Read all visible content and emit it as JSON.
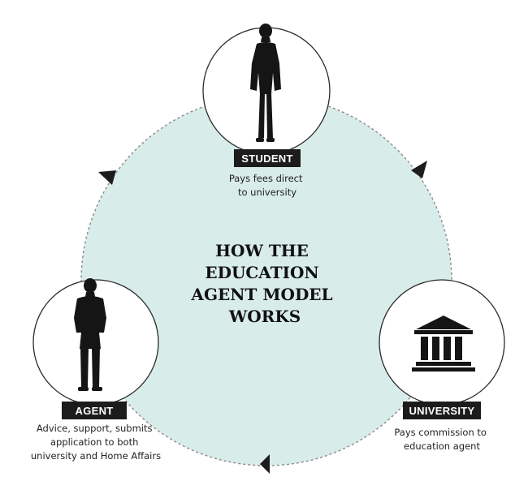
{
  "title": [
    "HOW THE",
    "EDUCATION",
    "AGENT MODEL",
    "WORKS"
  ],
  "nodes": {
    "student": {
      "label": "STUDENT",
      "caption": [
        "Pays fees direct",
        "to university"
      ]
    },
    "university": {
      "label": "UNIVERSITY",
      "caption": [
        "Pays commission to",
        "education agent"
      ]
    },
    "agent": {
      "label": "AGENT",
      "caption": [
        "Advice, support, submits",
        "application to both",
        "university and Home Affairs"
      ]
    }
  },
  "colors": {
    "cycle_fill": "#d8ece9",
    "cycle_dash": "#8a8a8a",
    "label_bg": "#1c1c1c",
    "silhouette": "#151515"
  },
  "icons": {
    "student": "student-silhouette-icon",
    "university": "university-building-icon",
    "agent": "agent-silhouette-icon"
  }
}
